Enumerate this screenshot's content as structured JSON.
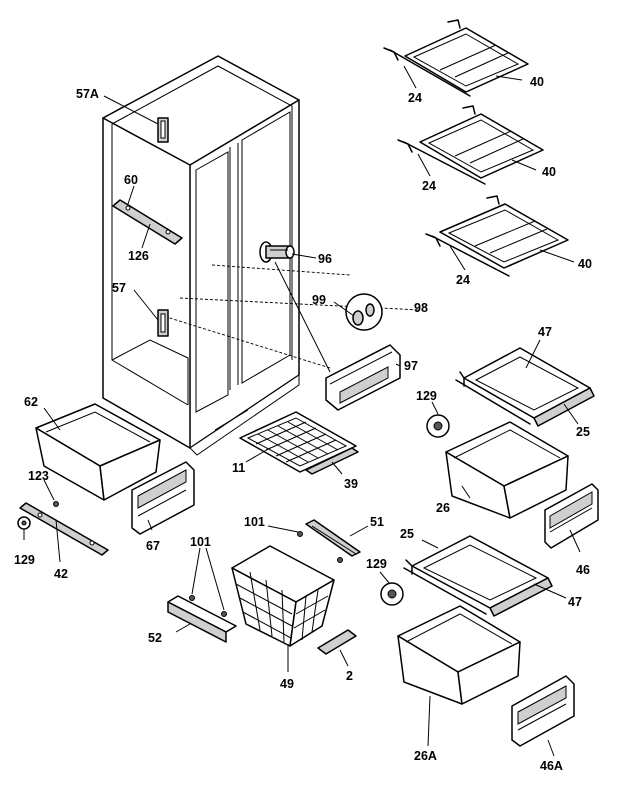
{
  "callouts": [
    {
      "id": "c1",
      "text": "24"
    },
    {
      "id": "c2",
      "text": "40"
    },
    {
      "id": "c3",
      "text": "24"
    },
    {
      "id": "c4",
      "text": "40"
    },
    {
      "id": "c5",
      "text": "24"
    },
    {
      "id": "c6",
      "text": "40"
    },
    {
      "id": "c7",
      "text": "57A"
    },
    {
      "id": "c8",
      "text": "60"
    },
    {
      "id": "c9",
      "text": "126"
    },
    {
      "id": "c10",
      "text": "96"
    },
    {
      "id": "c11",
      "text": "57"
    },
    {
      "id": "c12",
      "text": "99"
    },
    {
      "id": "c13",
      "text": "98"
    },
    {
      "id": "c14",
      "text": "97"
    },
    {
      "id": "c15",
      "text": "47"
    },
    {
      "id": "c16",
      "text": "62"
    },
    {
      "id": "c17",
      "text": "129"
    },
    {
      "id": "c18",
      "text": "25"
    },
    {
      "id": "c19",
      "text": "11"
    },
    {
      "id": "c20",
      "text": "39"
    },
    {
      "id": "c21",
      "text": "123"
    },
    {
      "id": "c22",
      "text": "26"
    },
    {
      "id": "c23",
      "text": "129"
    },
    {
      "id": "c24",
      "text": "42"
    },
    {
      "id": "c25",
      "text": "67"
    },
    {
      "id": "c26",
      "text": "101"
    },
    {
      "id": "c27",
      "text": "51"
    },
    {
      "id": "c28",
      "text": "46"
    },
    {
      "id": "c29",
      "text": "25"
    },
    {
      "id": "c30",
      "text": "101"
    },
    {
      "id": "c31",
      "text": "129"
    },
    {
      "id": "c32",
      "text": "47"
    },
    {
      "id": "c33",
      "text": "52"
    },
    {
      "id": "c34",
      "text": "49"
    },
    {
      "id": "c35",
      "text": "2"
    },
    {
      "id": "c36",
      "text": "26A"
    },
    {
      "id": "c37",
      "text": "46A"
    }
  ]
}
